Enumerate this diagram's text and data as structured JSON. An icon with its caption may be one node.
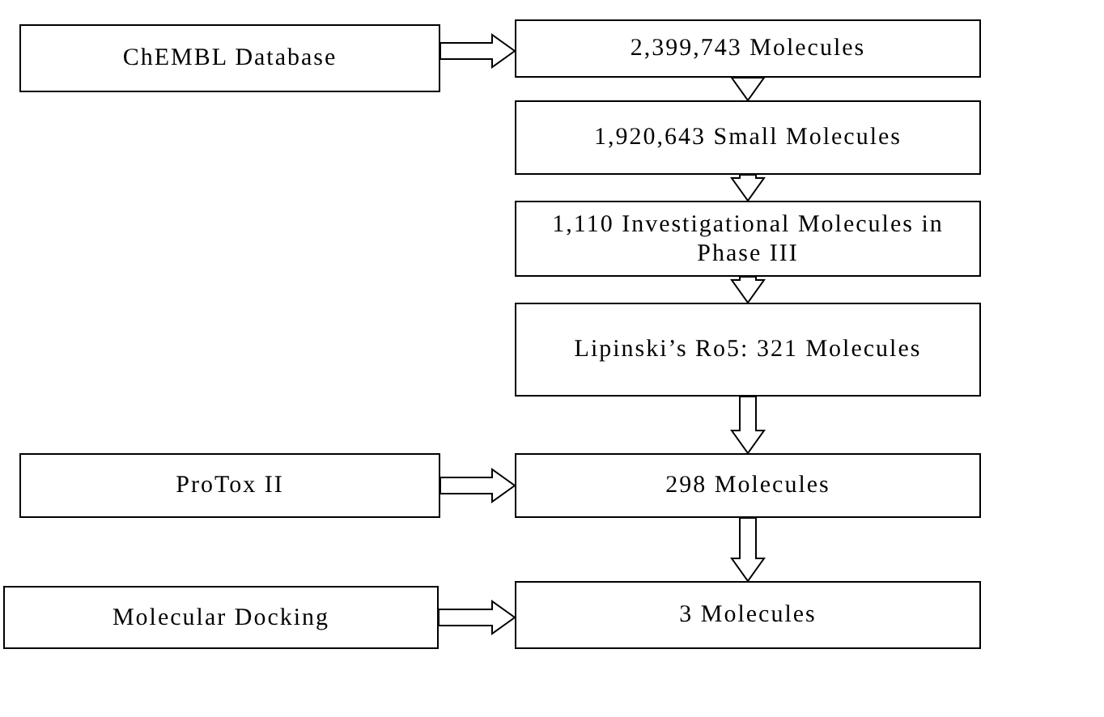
{
  "diagram": {
    "nodes": [
      {
        "text": [
          "ChEMBL Database"
        ]
      },
      {
        "text": [
          "2,399,743 Molecules"
        ]
      },
      {
        "text": [
          "1,920,643 Small Molecules"
        ]
      },
      {
        "text": [
          "1,110 Investigational Molecules in Phase III"
        ]
      },
      {
        "text": [
          "Lipinski’s Ro5: 321 Molecules"
        ]
      },
      {
        "text": [
          "ProTox II"
        ]
      },
      {
        "text": [
          "298 Molecules"
        ]
      },
      {
        "text": [
          "Molecular Docking"
        ]
      },
      {
        "text": [
          "3 Molecules"
        ]
      }
    ],
    "edges": [
      {
        "from": 0,
        "to": 1,
        "arrow": "to"
      },
      {
        "from": 1,
        "to": 2,
        "arrow": "to"
      },
      {
        "from": 2,
        "to": 3,
        "arrow": "to"
      },
      {
        "from": 3,
        "to": 4,
        "arrow": "to"
      },
      {
        "from": 5,
        "to": 6,
        "arrow": "to"
      },
      {
        "from": 4,
        "to": 6,
        "arrow": "to"
      },
      {
        "from": 7,
        "to": 8,
        "arrow": "to"
      },
      {
        "from": 6,
        "to": 8,
        "arrow": "to"
      }
    ]
  }
}
